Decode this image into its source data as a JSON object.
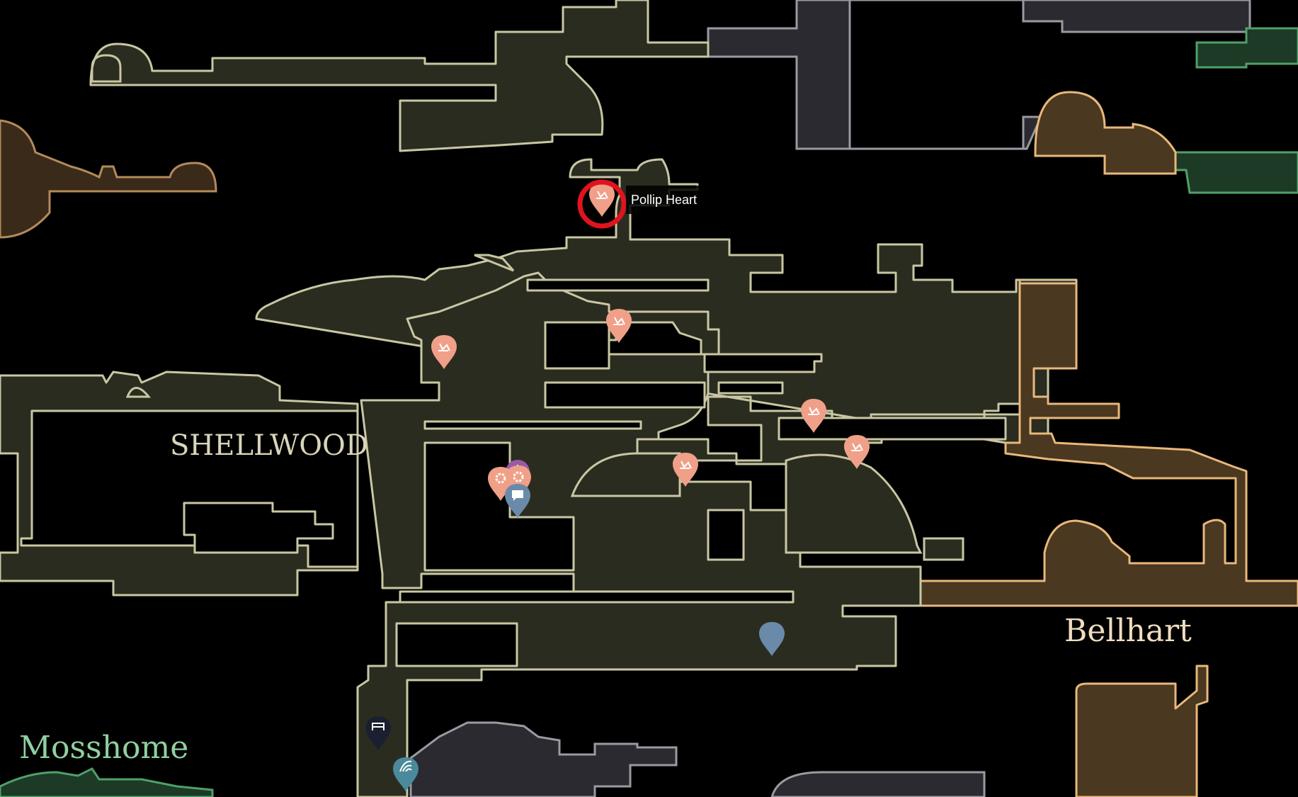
{
  "regions": {
    "shellwood": "SHELLWOOD",
    "bellhart": "Bellhart",
    "mosshome": "Mosshome"
  },
  "tooltip": {
    "label": "Pollip Heart"
  },
  "colors": {
    "background": "#000000",
    "shellwood_fill": "#2b2c20",
    "shellwood_outline": "#c9c7a3",
    "bellhart_fill": "#4a3820",
    "bellhart_outline": "#e8b87a",
    "shellwood_label": "#d9d4ba",
    "bellhart_label": "#f0ddc0",
    "mosshome_label": "#8fd0a0",
    "grey_fill": "#2a2a30",
    "grey_outline": "#9a9aa2",
    "green_fill": "#1c3a26",
    "green_outline": "#4fa06a",
    "brown_fill": "#3a2a1a",
    "brown_outline": "#b38a5a",
    "pollip_marker": "#f0a088",
    "blue_marker": "#6a8aaa",
    "purple_marker": "#9a5aa8",
    "highlight_ring": "#e0141e"
  },
  "markers": [
    {
      "type": "pollip-heart",
      "icon": "pollip-heart-icon",
      "selected": true
    },
    {
      "type": "pollip-heart",
      "icon": "pollip-heart-icon"
    },
    {
      "type": "pollip-heart",
      "icon": "pollip-heart-icon"
    },
    {
      "type": "pollip-heart",
      "icon": "pollip-heart-icon"
    },
    {
      "type": "pollip-heart",
      "icon": "pollip-heart-icon"
    },
    {
      "type": "pollip-heart",
      "icon": "pollip-heart-icon"
    },
    {
      "type": "vendor",
      "icon": "gear-icon"
    },
    {
      "type": "vendor",
      "icon": "gear-icon"
    },
    {
      "type": "npc",
      "icon": "speech-bubble-icon"
    },
    {
      "type": "fast-travel",
      "icon": "bench-icon"
    },
    {
      "type": "shrine",
      "icon": "shrine-icon"
    },
    {
      "type": "location",
      "icon": "location-pin-icon"
    },
    {
      "type": "bed",
      "icon": "bed-icon"
    }
  ]
}
